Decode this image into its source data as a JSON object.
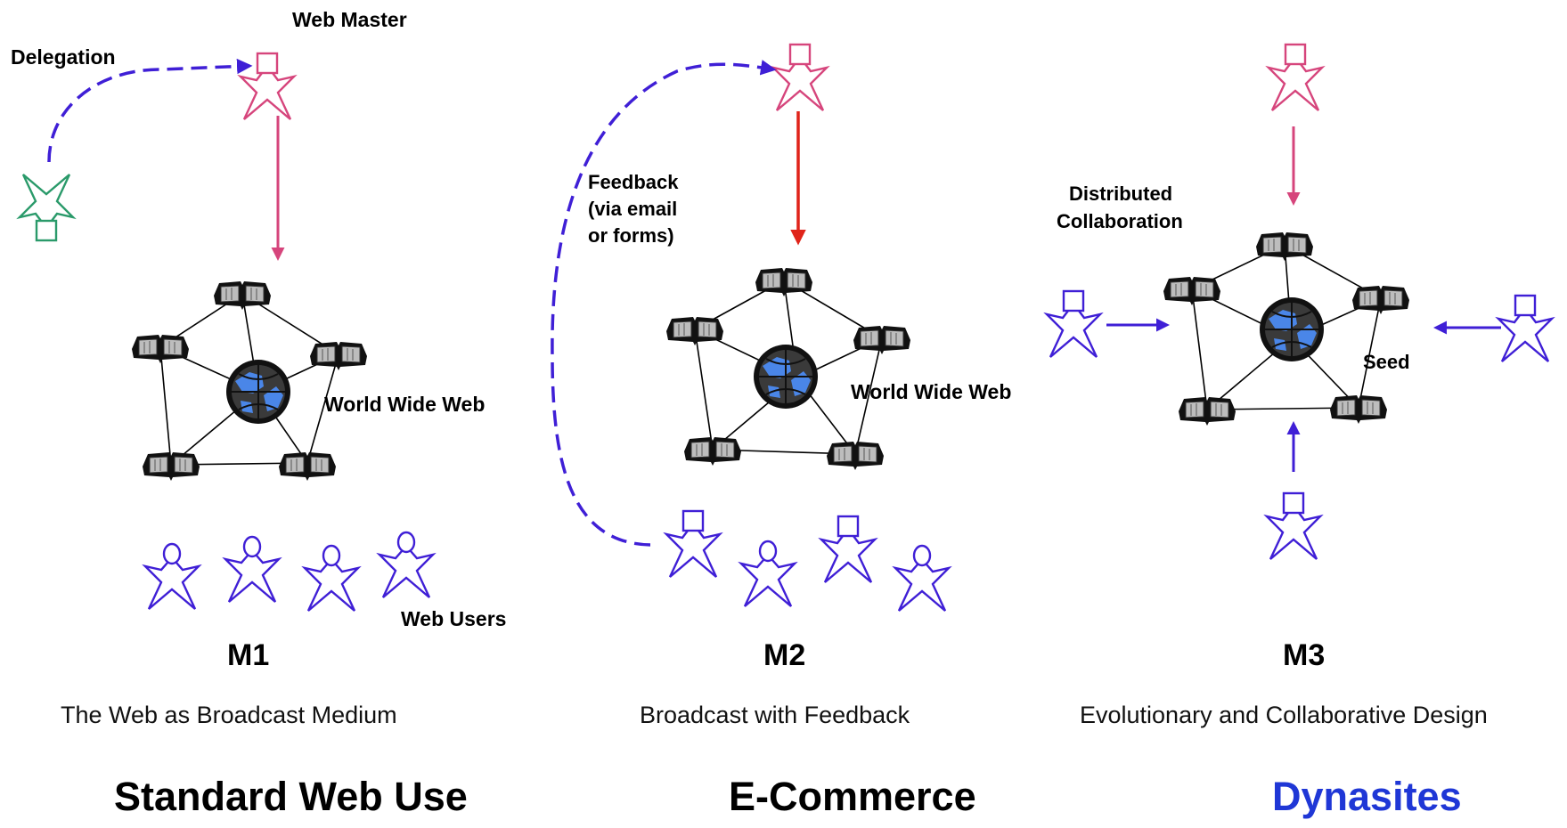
{
  "colors": {
    "user": "#3f1fd6",
    "master": "#d6457c",
    "delegate": "#2a9a6a",
    "feedback_arrow": "#e0241a",
    "dynasites_title": "#1f37d6"
  },
  "panels": [
    {
      "model": "M1",
      "caption": "The Web as Broadcast Medium",
      "title": "Standard Web Use",
      "labels": {
        "master": "Web Master",
        "delegation": "Delegation",
        "web": "World Wide Web",
        "users": "Web Users"
      }
    },
    {
      "model": "M2",
      "caption": "Broadcast with Feedback",
      "title": "E-Commerce",
      "labels": {
        "feedback_line1": "Feedback",
        "feedback_line2": "(via email",
        "feedback_line3": "or forms)",
        "web": "World Wide Web"
      }
    },
    {
      "model": "M3",
      "caption": "Evolutionary and Collaborative Design",
      "title": "Dynasites",
      "labels": {
        "collab_line1": "Distributed",
        "collab_line2": "Collaboration",
        "seed": "Seed"
      }
    }
  ],
  "icons": {
    "person": "person-icon",
    "book": "book-icon",
    "globe": "globe-icon"
  }
}
